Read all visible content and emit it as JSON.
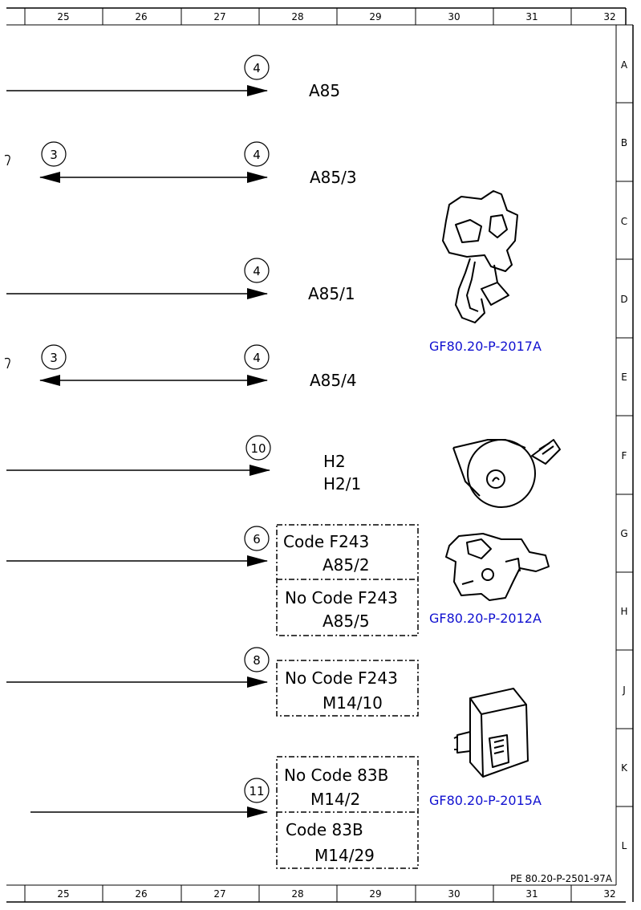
{
  "ruler": {
    "columns": [
      "25",
      "26",
      "27",
      "28",
      "29",
      "30",
      "31",
      "32"
    ],
    "rows": [
      "A",
      "B",
      "C",
      "D",
      "E",
      "F",
      "G",
      "H",
      "J",
      "K",
      "L"
    ]
  },
  "connections": [
    {
      "circle": "4",
      "labels": [
        "A85"
      ]
    },
    {
      "left_circle": "3",
      "circle": "4",
      "labels": [
        "A85/3"
      ]
    },
    {
      "circle": "4",
      "labels": [
        "A85/1"
      ]
    },
    {
      "left_circle": "3",
      "circle": "4",
      "labels": [
        "A85/4"
      ]
    },
    {
      "circle": "10",
      "labels": [
        "H2",
        "H2/1"
      ]
    },
    {
      "circle": "6",
      "boxes": [
        {
          "condition": "Code F243",
          "component": "A85/2"
        },
        {
          "condition": "No Code F243",
          "component": "A85/5"
        }
      ]
    },
    {
      "circle": "8",
      "boxes": [
        {
          "condition": "No Code F243",
          "component": "M14/10"
        }
      ]
    },
    {
      "circle": "11",
      "boxes": [
        {
          "condition": "No Code 83B",
          "component": "M14/2"
        },
        {
          "condition": "Code 83B",
          "component": "M14/29"
        }
      ]
    }
  ],
  "references": [
    "GF80.20-P-2017A",
    "GF80.20-P-2012A",
    "GF80.20-P-2015A"
  ],
  "doc_number": "PE 80.20-P-2501-97A",
  "colors": {
    "reference_link": "#1010d0",
    "line": "#000000"
  },
  "icons": [
    "door-lock-actuator-icon",
    "horn-icon",
    "trunk-lock-icon",
    "control-module-icon",
    "arrowhead-icon"
  ]
}
